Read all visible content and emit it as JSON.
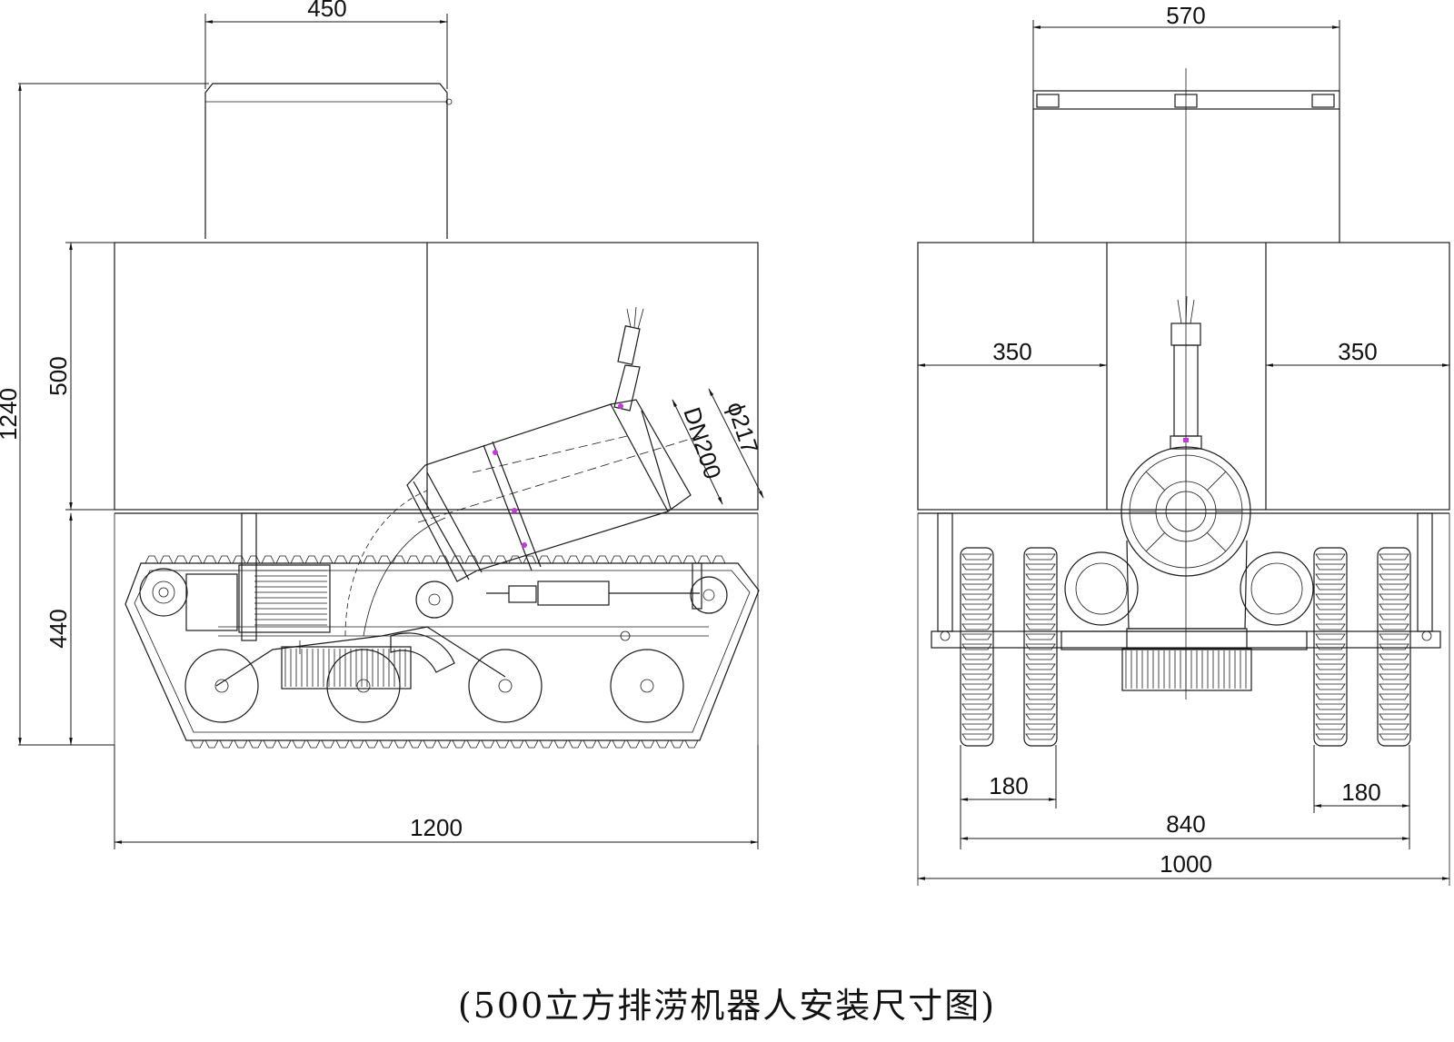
{
  "side_view": {
    "dims": {
      "top_width": "450",
      "total_height": "1240",
      "box_height": "500",
      "track_height": "440",
      "total_length": "1200",
      "outlet_diameter": "ϕ217",
      "outlet_nominal": "DN200"
    }
  },
  "front_view": {
    "dims": {
      "top_width": "570",
      "side_left": "350",
      "side_right": "350",
      "track_left": "180",
      "track_right": "180",
      "track_span": "840",
      "total_width": "1000"
    }
  },
  "caption": "(500立方排涝机器人安装尺寸图)"
}
